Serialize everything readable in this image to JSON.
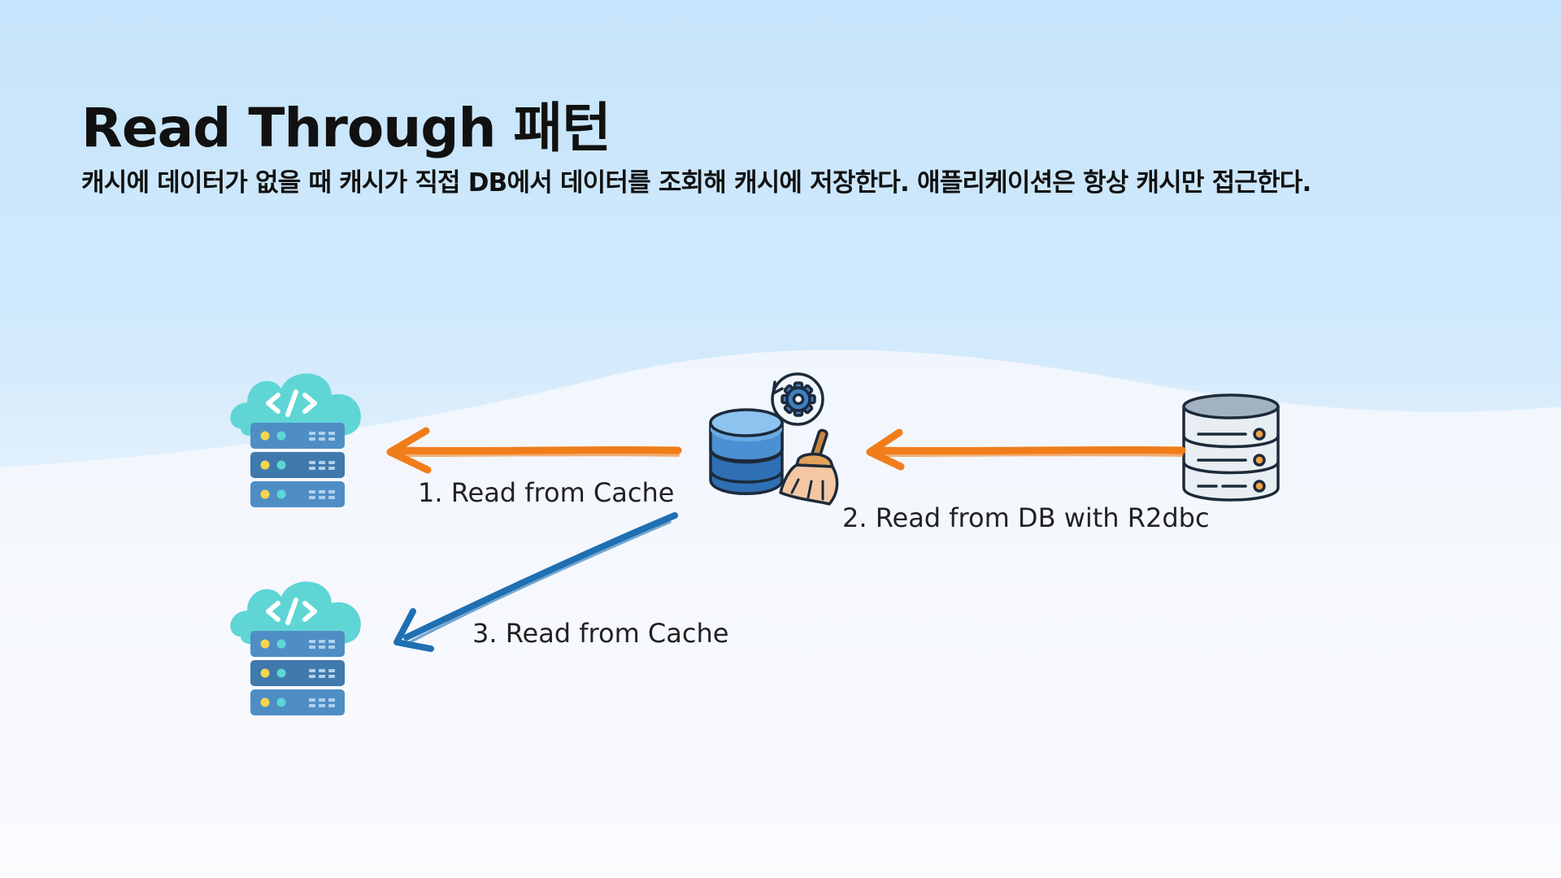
{
  "title": "Read Through 패턴",
  "subtitle": "캐시에 데이터가 없을 때 캐시가 직접 DB에서 데이터를 조회해 캐시에 저장한다. 애플리케이션은 항상 캐시만 접근한다.",
  "edges": [
    {
      "label": "1. Read from Cache",
      "color": "#f07d1a"
    },
    {
      "label": "2. Read from DB with R2dbc",
      "color": "#f07d1a"
    },
    {
      "label": "3. Read from Cache",
      "color": "#1f6fb2"
    }
  ],
  "icons": {
    "app_server": "cloud-server-icon",
    "cache": "cache-database-icon",
    "db": "database-server-icon"
  },
  "colors": {
    "arrow_orange": "#f07d1a",
    "arrow_blue": "#1f6fb2",
    "cloud": "#5fd5d6",
    "server": "#4f8ec4"
  }
}
